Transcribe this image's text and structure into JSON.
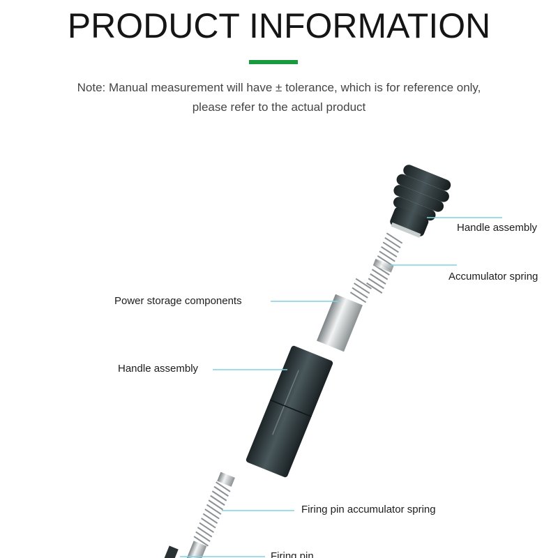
{
  "header": {
    "title": "PRODUCT INFORMATION",
    "accent_color": "#1a9a3f",
    "note_line1": "Note: Manual measurement will have ± tolerance, which is for reference only,",
    "note_line2": "please refer to the actual product"
  },
  "callouts": {
    "handle_assembly_top": "Handle assembly",
    "accumulator_spring": "Accumulator spring",
    "power_storage_components": "Power storage components",
    "handle_assembly_middle": "Handle assembly",
    "firing_pin_accumulator_spring": "Firing pin accumulator spring",
    "firing_pin": "Firing pin",
    "leader_color": "#7fd3e0"
  }
}
